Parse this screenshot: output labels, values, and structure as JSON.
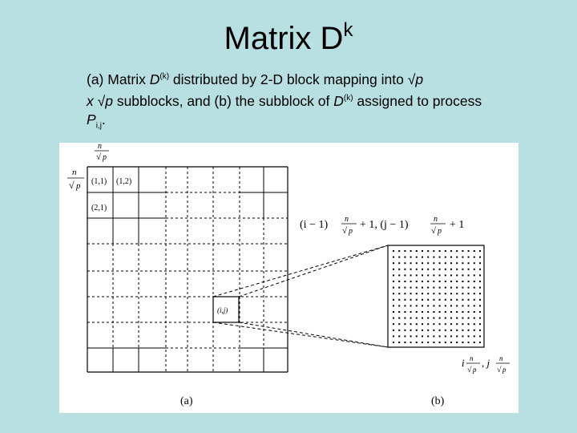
{
  "slide": {
    "title_main": "Matrix D",
    "title_sup": "k"
  },
  "caption": {
    "p1": "(a) Matrix ",
    "d1": "D",
    "sup1": "(k)",
    "p2": " distributed by 2-D block mapping into √",
    "pv1": "p",
    "p3": "x √",
    "pv2": "p",
    "p4": " subblocks, and (b) the subblock of ",
    "d2": "D",
    "sup2": "(k)",
    "p5": " assigned to process ",
    "pv3": "P",
    "sub": "i,j",
    "p6": "."
  },
  "figure": {
    "labels": {
      "cell_11": "(1,1)",
      "cell_12": "(1,2)",
      "cell_21": "(2,1)",
      "cell_ij": "(i,j)",
      "part_a": "(a)",
      "part_b": "(b)",
      "n": "n",
      "p": "p",
      "top_corner": "(i − 1)",
      "top_corner_mid": "+ 1, (j − 1)",
      "top_corner_end": "+ 1",
      "bottom_i": "i",
      "bottom_j": ", j"
    }
  }
}
